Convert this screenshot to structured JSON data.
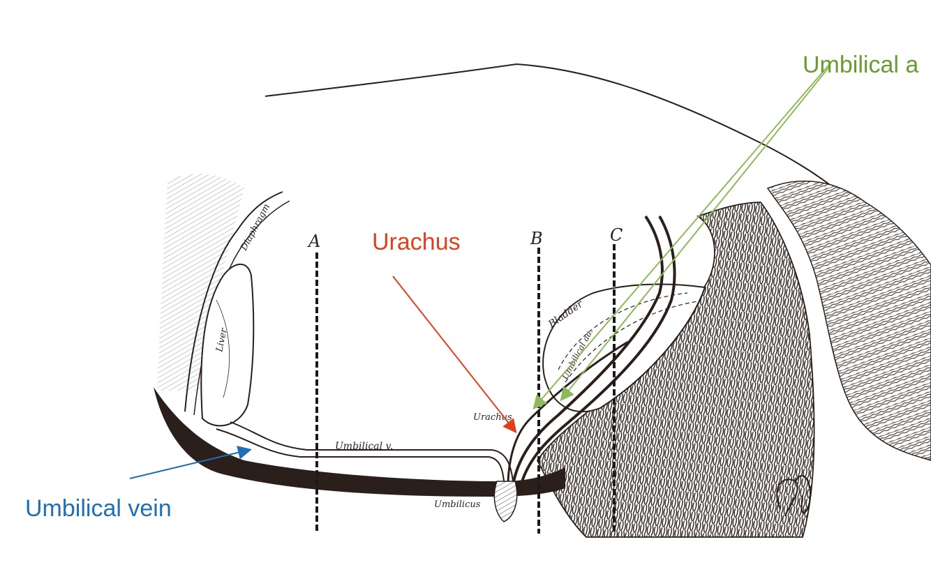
{
  "callouts": {
    "umbilical_arteries": {
      "text": "Umbilical a",
      "color": "#6a9a32"
    },
    "urachus": {
      "text": "Urachus",
      "color": "#e0401b"
    },
    "umbilical_vein": {
      "text": "Umbilical vein",
      "color": "#1e6fb5"
    }
  },
  "drawing_labels": {
    "diaphragm": "Diaphragm",
    "liver": "Liver",
    "umbilical_v": "Umbilical v.",
    "urachus": "Urachus",
    "umbilicus": "Umbilicus",
    "bladder": "Bladder",
    "umbilical_aa": "Umbilical aa."
  },
  "section_lines": {
    "a": "A",
    "b": "B",
    "c": "C"
  },
  "colors": {
    "ink": "#2a1f1a",
    "hair": "#3a2e28",
    "arrow_green": "#8fb85a",
    "arrow_red": "#e0401b",
    "arrow_blue": "#1e6fb5"
  }
}
